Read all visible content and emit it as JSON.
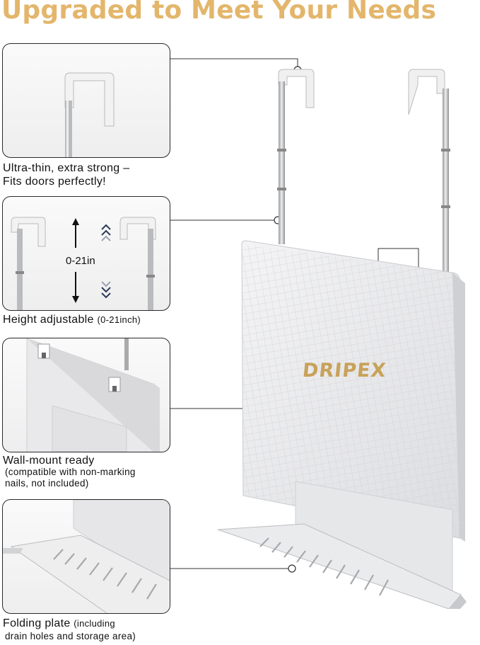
{
  "headline": "Upgraded to Meet Your Needs",
  "features": [
    {
      "caption_line1": "Ultra-thin, extra strong –",
      "caption_line2": "Fits doors perfectly!"
    },
    {
      "caption_main": "Height adjustable ",
      "caption_small": "(0-21inch)",
      "range_label": "0-21in"
    },
    {
      "caption_line1": "Wall-mount ready",
      "sub_line1": "(compatible with non-marking",
      "sub_line2": "nails, not included)"
    },
    {
      "caption_main": "Folding plate ",
      "caption_small": "(including",
      "sub_line2": "drain holes and storage area)"
    }
  ],
  "product": {
    "brand": "DRIPEX"
  }
}
